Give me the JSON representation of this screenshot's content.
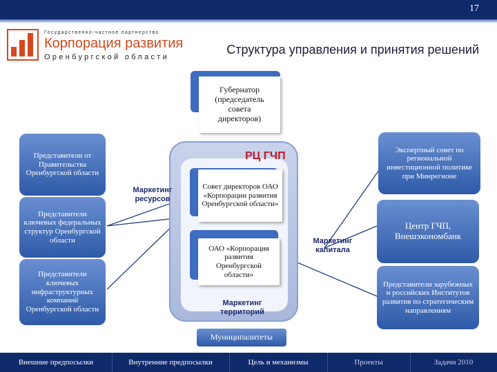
{
  "slide": {
    "page_number": "17",
    "title": "Структура управления и принятия решений"
  },
  "logo": {
    "top_line": "Государственно-частное партнерство",
    "name": "Корпорация развития",
    "region": "Оренбургской области"
  },
  "diagram": {
    "governor": "Губернатор (председатель совета директоров)",
    "rc_label": "РЦ ГЧП",
    "board": "Совет директоров ОАО «Корпорации развития Оренбургской области»",
    "corp": "ОАО «Корпорация развития Оренбургской области»",
    "municipalities": "Муниципалитеты",
    "left_boxes": [
      "Представители от Правительства Оренбургской области",
      "Представители ключевых федеральных структур Оренбургской области",
      "Представители ключевых инфраструктурных компаний Оренбургской области"
    ],
    "right_boxes": [
      "Экспертный совет по региональной инвестиционной политике при Минрегионе",
      "Центр ГЧП, Внешэкономбанк",
      "Представители зарубежных и российских Институтов развития по стратегическим направлениям"
    ],
    "marketing_resources": "Маркетинг ресурсов",
    "marketing_capital": "Маркетинг капитала",
    "marketing_territories": "Маркетинг территорий"
  },
  "nav": {
    "items": [
      "Внешние предпосылки",
      "Внутренние предпосылки",
      "Цель и механизмы",
      "Проекты",
      "Задачи 2010"
    ],
    "active_index": 4
  },
  "colors": {
    "header_blue": "#0f2a6b",
    "box_blue": "#2e5aa8",
    "logo_orange": "#d4481f"
  }
}
